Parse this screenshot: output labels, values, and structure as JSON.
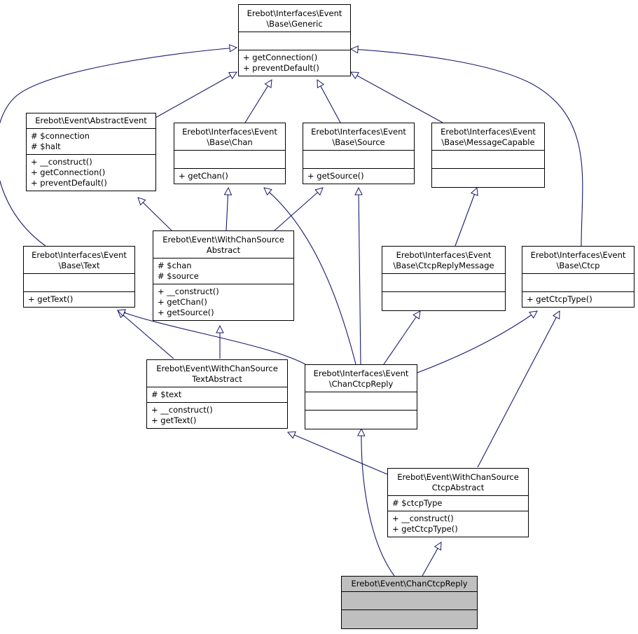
{
  "classes": {
    "generic": {
      "title": [
        "Erebot\\Interfaces\\Event",
        "\\Base\\Generic"
      ],
      "attributes": [],
      "methods": [
        "+ getConnection()",
        "+ preventDefault()"
      ]
    },
    "abstract_event": {
      "title": [
        "Erebot\\Event\\AbstractEvent"
      ],
      "attributes": [
        "# $connection",
        "# $halt"
      ],
      "methods": [
        "+ __construct()",
        "+ getConnection()",
        "+ preventDefault()"
      ]
    },
    "chan": {
      "title": [
        "Erebot\\Interfaces\\Event",
        "\\Base\\Chan"
      ],
      "attributes": [],
      "methods": [
        "+ getChan()"
      ]
    },
    "source": {
      "title": [
        "Erebot\\Interfaces\\Event",
        "\\Base\\Source"
      ],
      "attributes": [],
      "methods": [
        "+ getSource()"
      ]
    },
    "message_capable": {
      "title": [
        "Erebot\\Interfaces\\Event",
        "\\Base\\MessageCapable"
      ],
      "attributes": [],
      "methods": []
    },
    "text": {
      "title": [
        "Erebot\\Interfaces\\Event",
        "\\Base\\Text"
      ],
      "attributes": [],
      "methods": [
        "+ getText()"
      ]
    },
    "with_chan_source_abstract": {
      "title": [
        "Erebot\\Event\\WithChanSource",
        "Abstract"
      ],
      "attributes": [
        "# $chan",
        "# $source"
      ],
      "methods": [
        "+ __construct()",
        "+ getChan()",
        "+ getSource()"
      ]
    },
    "ctcp_reply_message": {
      "title": [
        "Erebot\\Interfaces\\Event",
        "\\Base\\CtcpReplyMessage"
      ],
      "attributes": [],
      "methods": []
    },
    "ctcp": {
      "title": [
        "Erebot\\Interfaces\\Event",
        "\\Base\\Ctcp"
      ],
      "attributes": [],
      "methods": [
        "+ getCtcpType()"
      ]
    },
    "with_chan_source_text_abstract": {
      "title": [
        "Erebot\\Event\\WithChanSource",
        "TextAbstract"
      ],
      "attributes": [
        "# $text"
      ],
      "methods": [
        "+ __construct()",
        "+ getText()"
      ]
    },
    "chan_ctcp_reply_iface": {
      "title": [
        "Erebot\\Interfaces\\Event",
        "\\ChanCtcpReply"
      ],
      "attributes": [],
      "methods": []
    },
    "with_chan_source_ctcp_abstract": {
      "title": [
        "Erebot\\Event\\WithChanSource",
        "CtcpAbstract"
      ],
      "attributes": [
        "# $ctcpType"
      ],
      "methods": [
        "+ __construct()",
        "+ getCtcpType()"
      ]
    },
    "chan_ctcp_reply": {
      "title": [
        "Erebot\\Event\\ChanCtcpReply"
      ],
      "attributes": [],
      "methods": []
    }
  },
  "colors": {
    "edge": "#191970",
    "current_class_fill": "#bfbfbf",
    "box_border": "#000000"
  }
}
